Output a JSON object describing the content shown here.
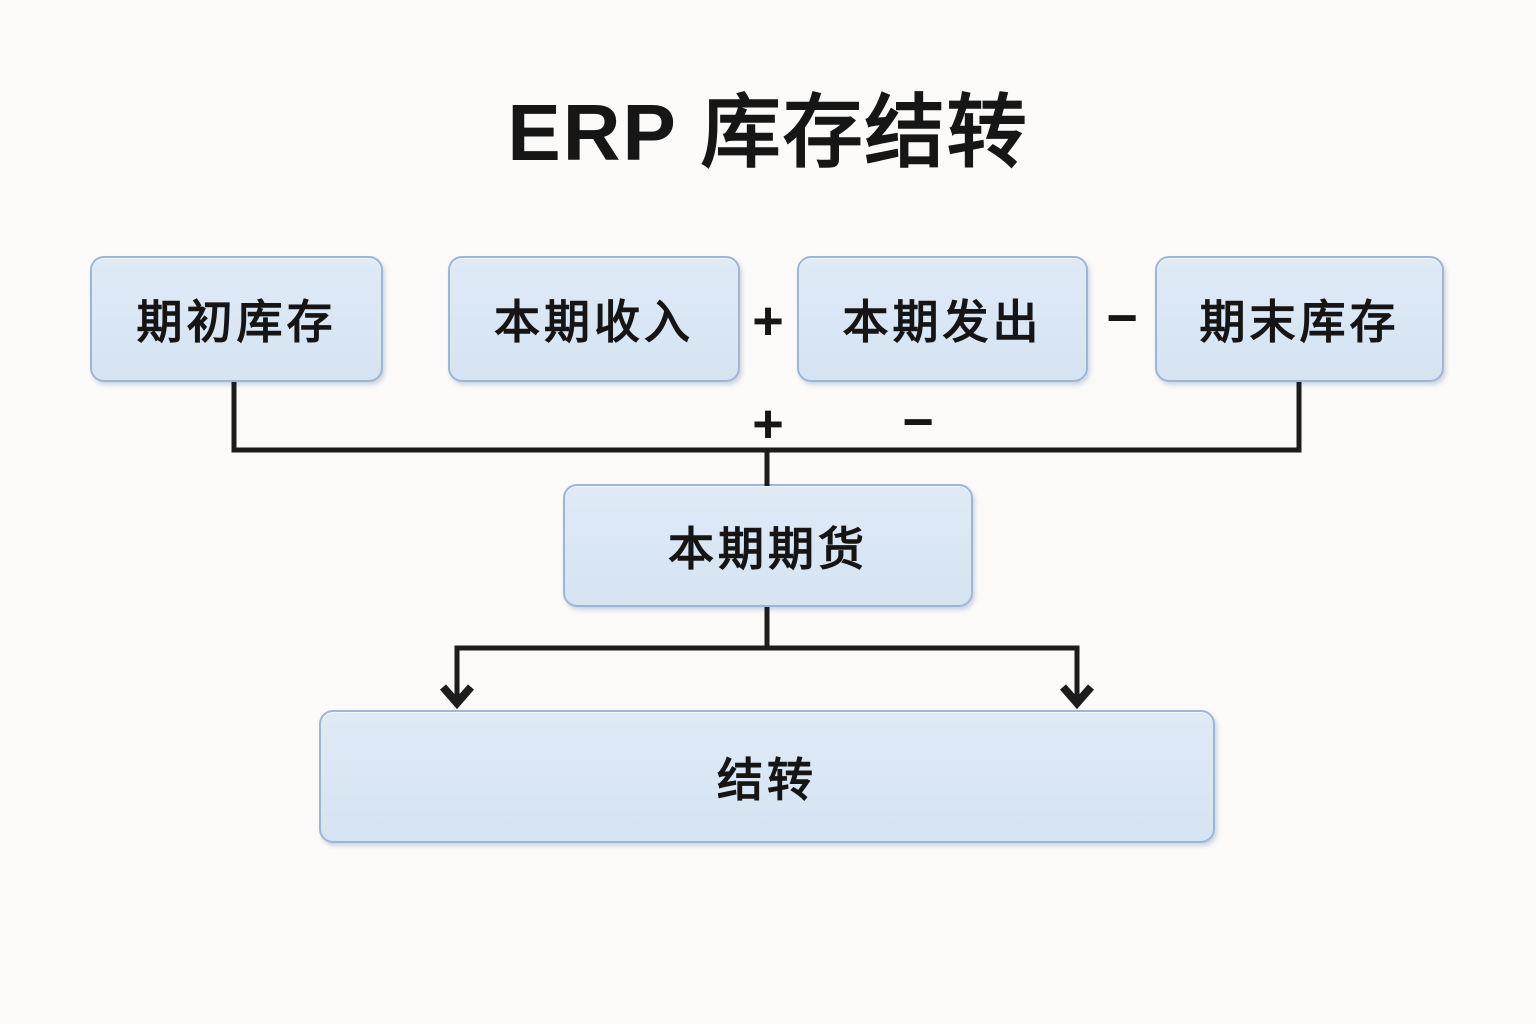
{
  "title": "ERP 库存结转",
  "nodes": {
    "beginning_inventory": {
      "label": "期初库存"
    },
    "current_receipts": {
      "label": "本期收入"
    },
    "current_issues": {
      "label": "本期发出"
    },
    "ending_inventory": {
      "label": "期末库存"
    },
    "current_period": {
      "label": "本期期货"
    },
    "carryover": {
      "label": "结转"
    }
  },
  "operators": {
    "row1_plus": "+",
    "row1_minus": "−",
    "row2_plus": "+",
    "row2_minus": "−"
  },
  "colors": {
    "background": "#fbfaf9",
    "box_fill": "#d9e5f3",
    "box_border": "#9db6d5",
    "line": "#1c1c1c",
    "text": "#151515"
  }
}
